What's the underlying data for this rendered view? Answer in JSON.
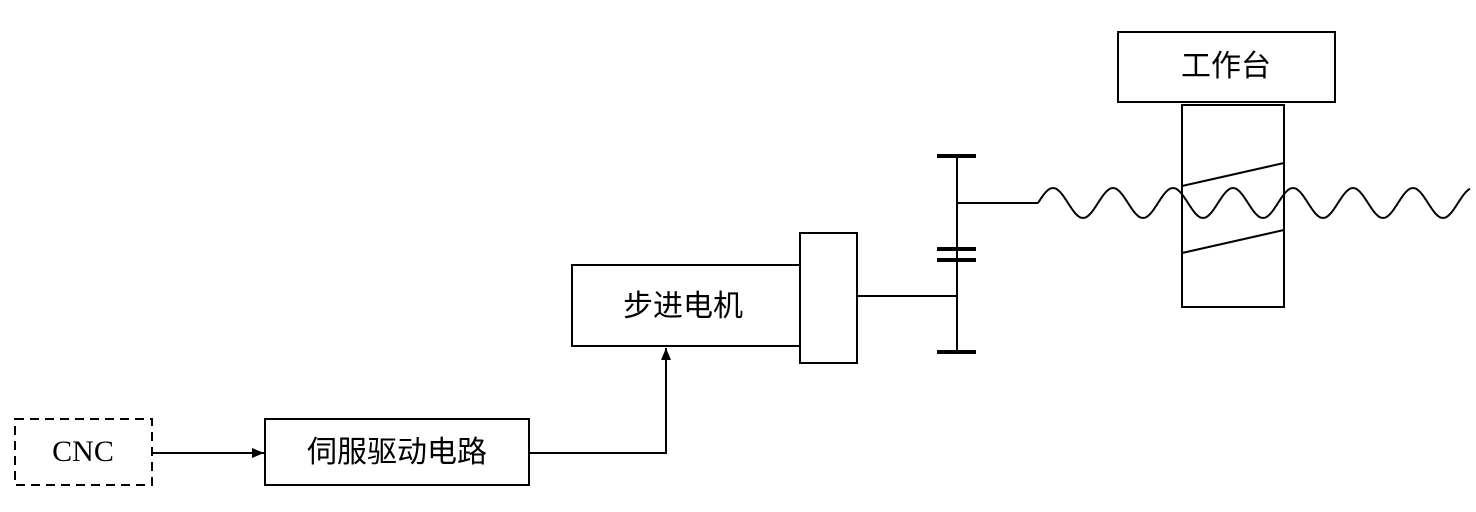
{
  "blocks": {
    "cnc": "CNC",
    "servo_drive": "伺服驱动电路",
    "stepper_motor": "步进电机",
    "worktable": "工作台"
  }
}
